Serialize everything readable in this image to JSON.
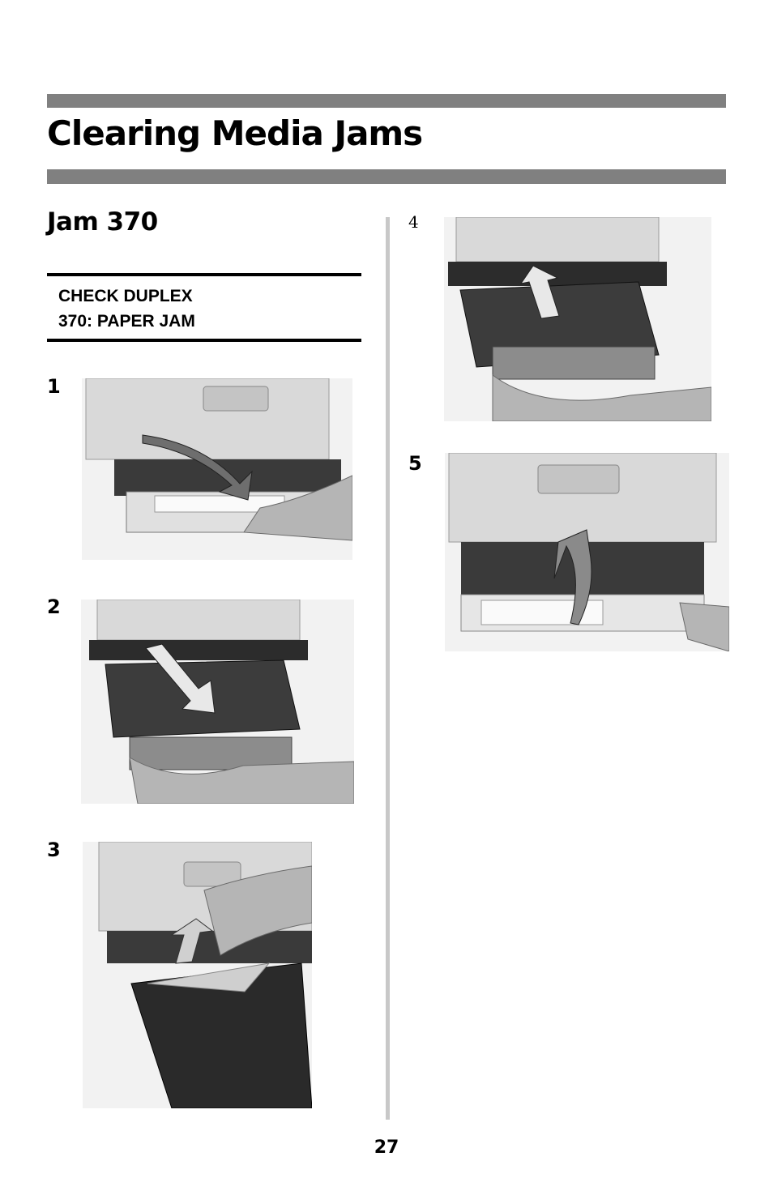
{
  "header": {
    "title": "Clearing Media Jams"
  },
  "section": {
    "title": "Jam 370"
  },
  "panel": {
    "line1": "CHECK DUPLEX",
    "line2": "370: PAPER JAM"
  },
  "steps": [
    {
      "number": "1",
      "illustration": "printer-front-cover-open-arrow"
    },
    {
      "number": "2",
      "illustration": "duplex-unit-pull-out-arrow"
    },
    {
      "number": "3",
      "illustration": "remove-jammed-paper-arrow"
    },
    {
      "number": "4",
      "illustration": "duplex-unit-push-in-arrow"
    },
    {
      "number": "5",
      "illustration": "close-front-cover-arrow"
    }
  ],
  "footer": {
    "page_number": "27"
  }
}
